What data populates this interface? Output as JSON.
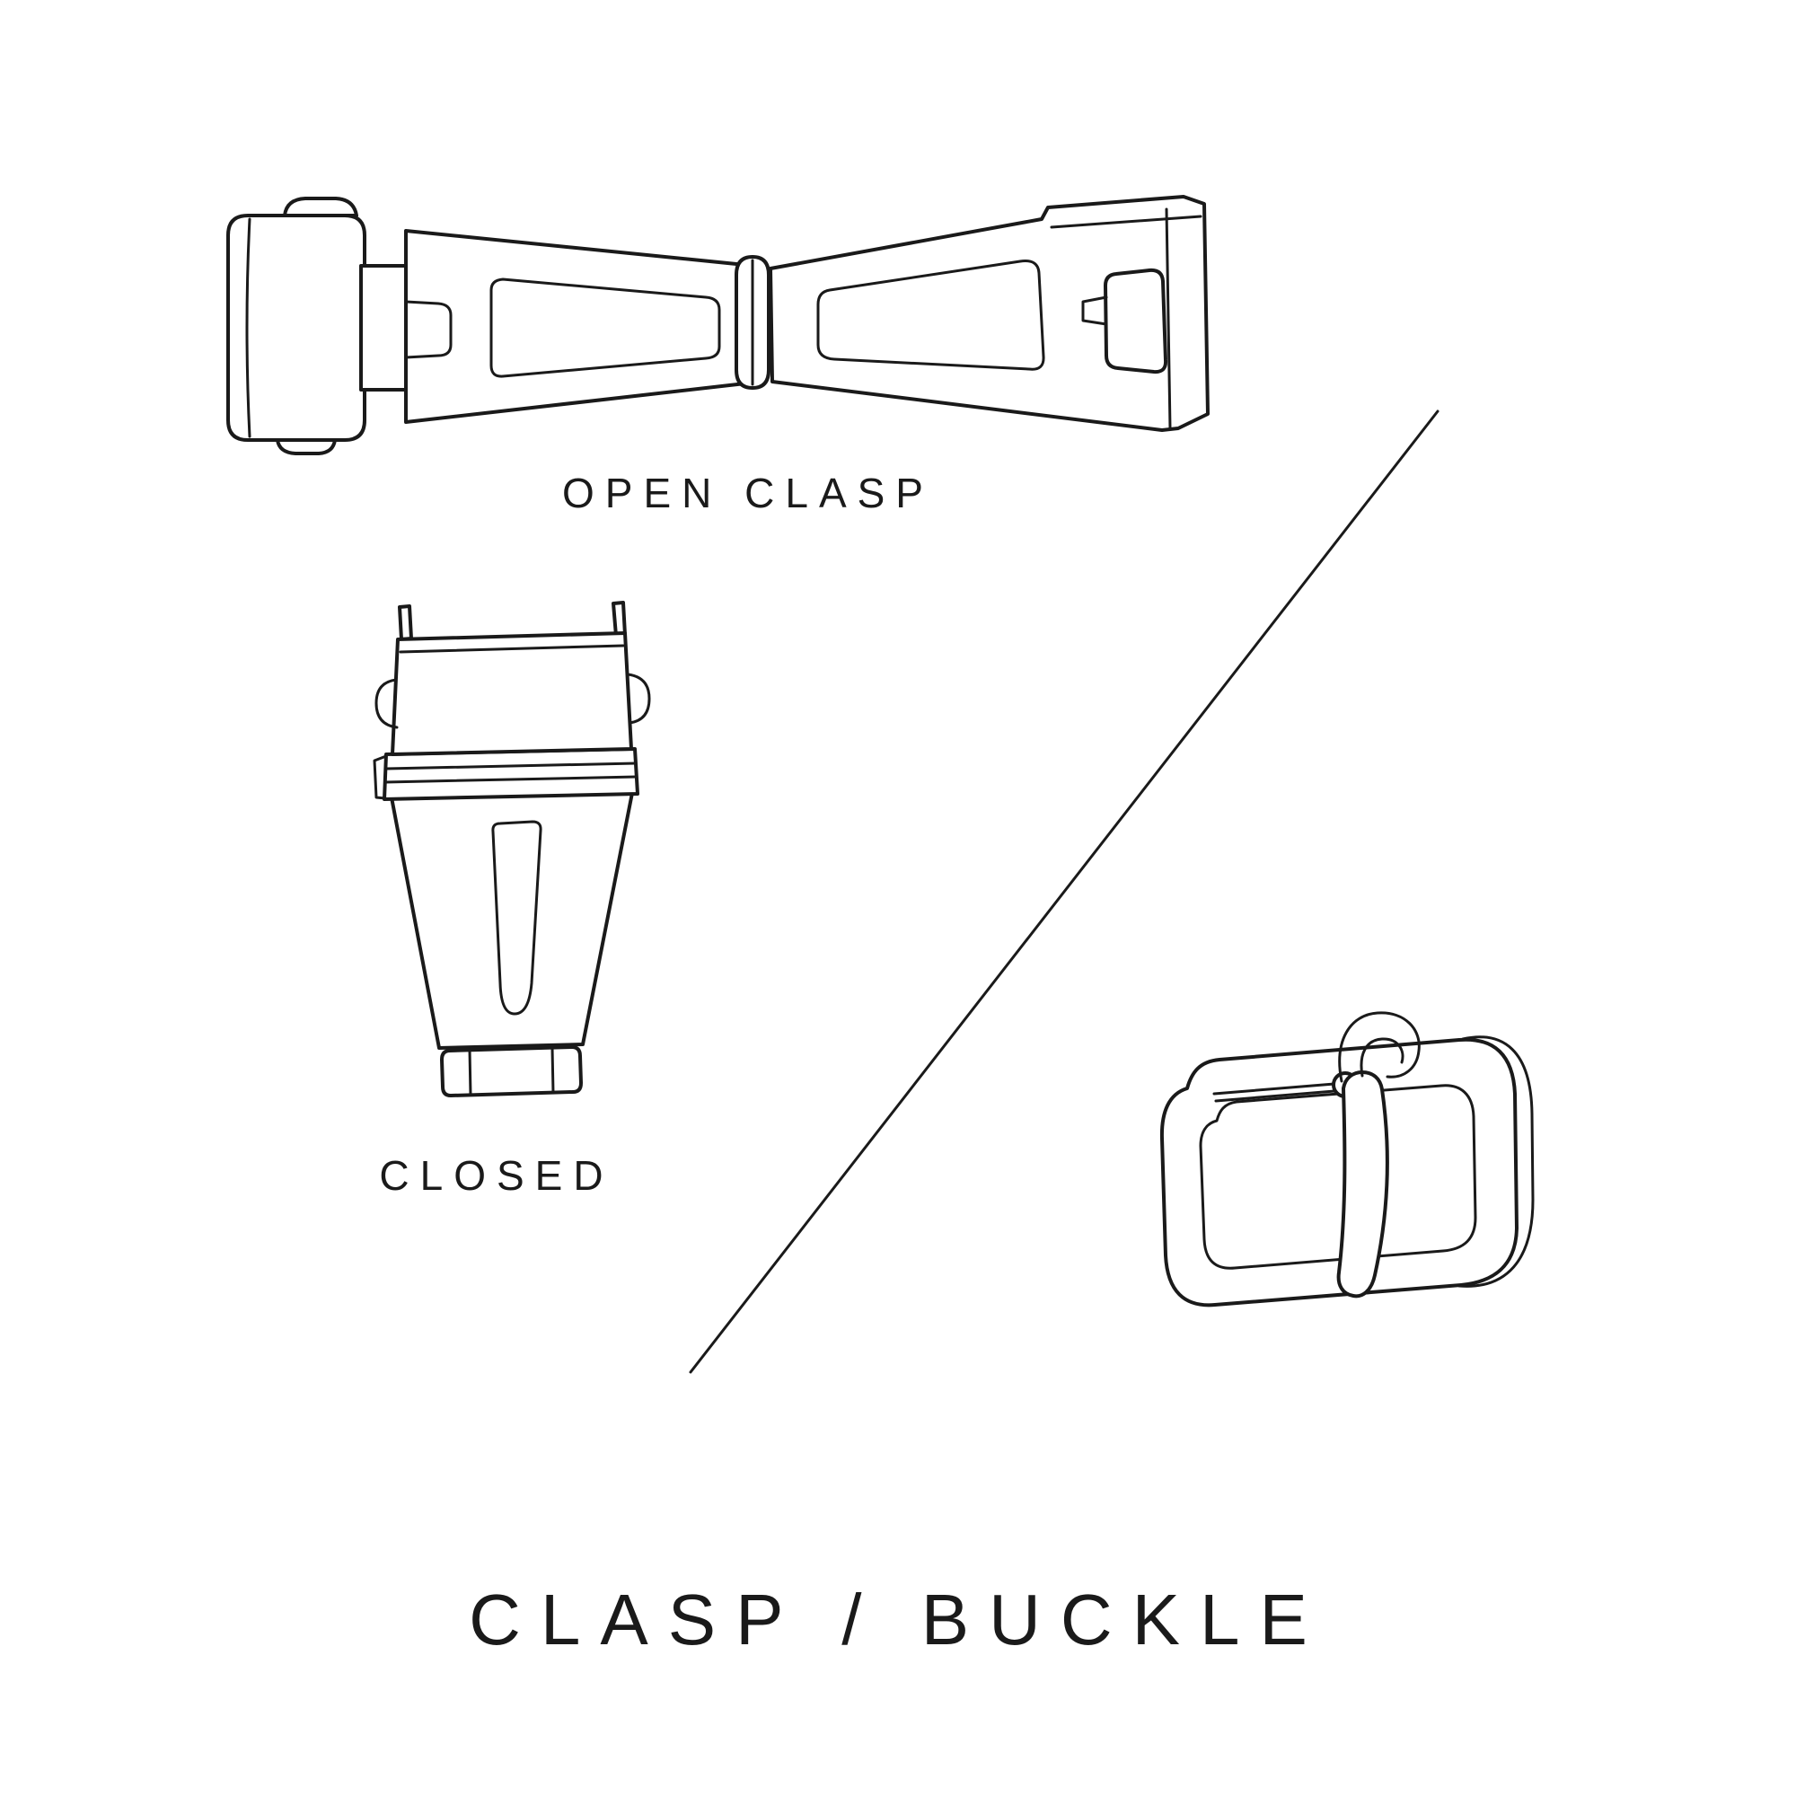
{
  "page": {
    "background": "#ffffff",
    "ink": "#1a1a1a",
    "title": "CLASP / BUCKLE"
  },
  "illustrations": {
    "open_clasp": {
      "label": "OPEN CLASP",
      "icon": "open-deployant-clasp-drawing"
    },
    "closed_clasp": {
      "label": "CLOSED",
      "icon": "closed-deployant-clasp-drawing"
    },
    "buckle": {
      "icon": "tang-buckle-drawing"
    }
  },
  "divider": {
    "icon": "diagonal-divider-line"
  }
}
